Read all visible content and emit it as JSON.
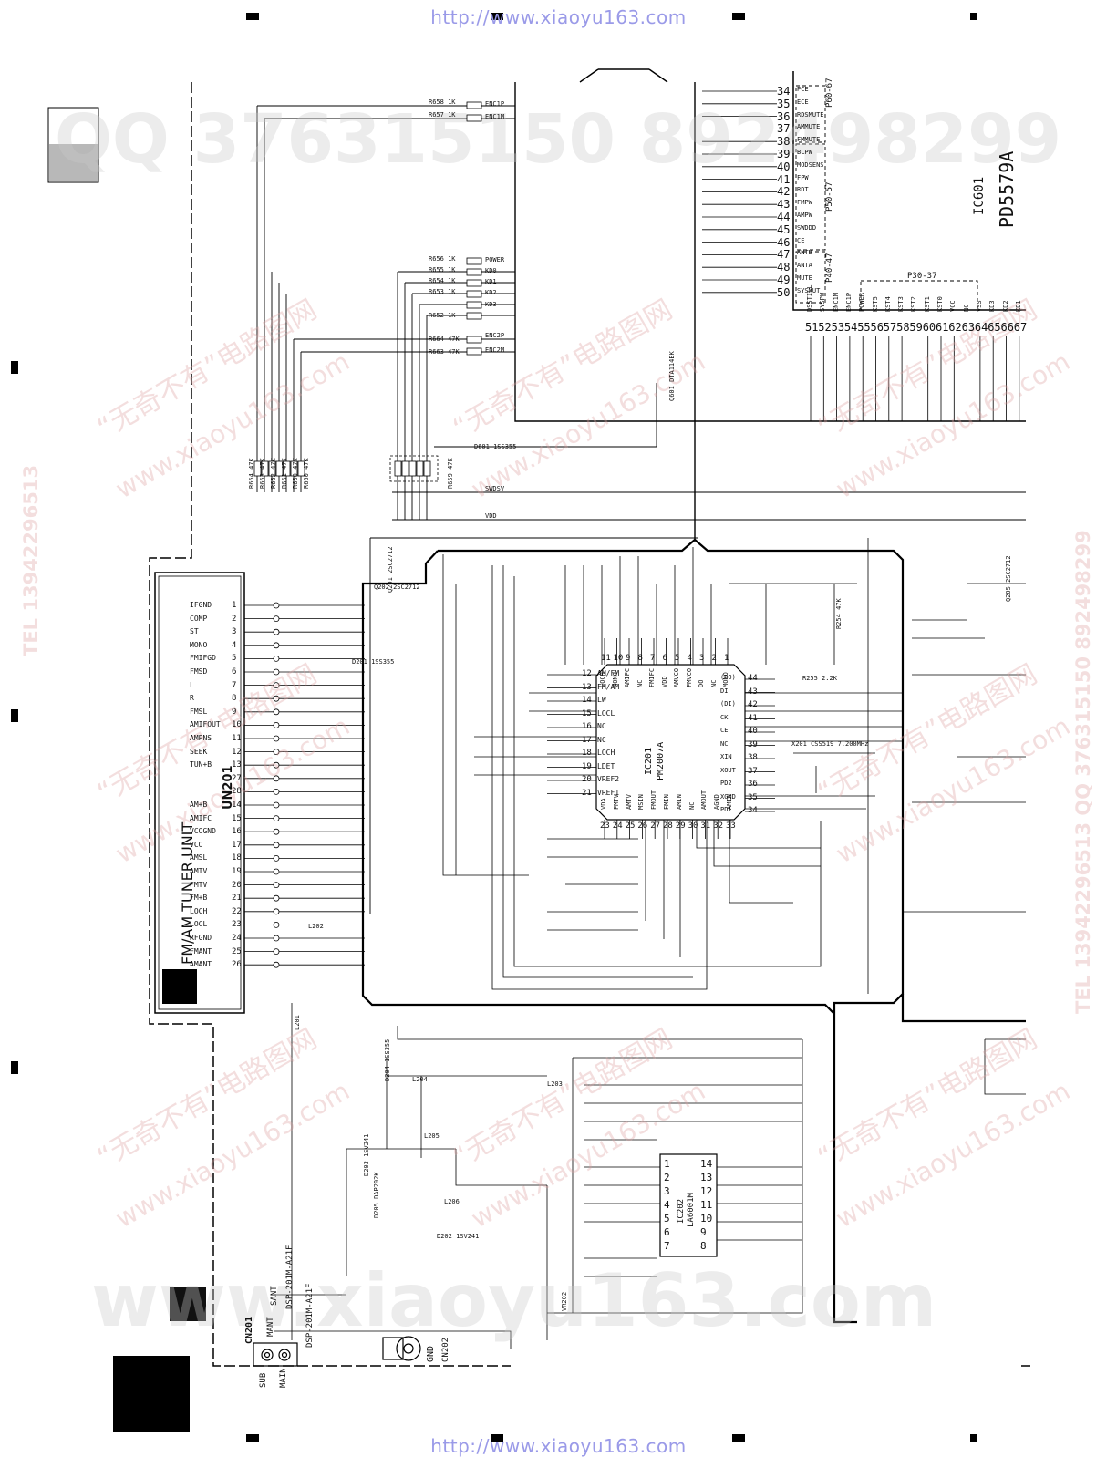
{
  "header": {
    "url_top": "http://www.xiaoyu163.com",
    "url_bottom": "http://www.xiaoyu163.com"
  },
  "watermarks": {
    "qq": "QQ 376315150  892498299",
    "tel_right": "TEL 13942296513  QQ 376315150  892498299",
    "tel_left": "TEL 13942296513",
    "site": "www.xiaoyu163.com",
    "cn": "“无奇不有”电路图网",
    "bottom_site": "www.xiaoyu163.com"
  },
  "tuner_unit": {
    "title": "FM/AM TUNER UNIT",
    "module": "UN201",
    "pins": [
      {
        "n": "1",
        "name": "IFGND"
      },
      {
        "n": "2",
        "name": "COMP"
      },
      {
        "n": "3",
        "name": "ST"
      },
      {
        "n": "4",
        "name": "MONO"
      },
      {
        "n": "5",
        "name": "FMIFGD"
      },
      {
        "n": "6",
        "name": "FMSD"
      },
      {
        "n": "7",
        "name": "L"
      },
      {
        "n": "8",
        "name": "R"
      },
      {
        "n": "9",
        "name": "FMSL"
      },
      {
        "n": "10",
        "name": "AMIFOUT"
      },
      {
        "n": "11",
        "name": "AMPNS"
      },
      {
        "n": "12",
        "name": "SEEK"
      },
      {
        "n": "13",
        "name": "TUN+B"
      },
      {
        "n": "27",
        "name": ""
      },
      {
        "n": "28",
        "name": ""
      },
      {
        "n": "14",
        "name": "AM+B"
      },
      {
        "n": "15",
        "name": "AMIFC"
      },
      {
        "n": "16",
        "name": "VCOGND"
      },
      {
        "n": "17",
        "name": "VCO"
      },
      {
        "n": "18",
        "name": "AMSL"
      },
      {
        "n": "19",
        "name": "AMTV"
      },
      {
        "n": "20",
        "name": "FMTV"
      },
      {
        "n": "21",
        "name": "FM+B"
      },
      {
        "n": "22",
        "name": "LOCH"
      },
      {
        "n": "23",
        "name": "LOCL"
      },
      {
        "n": "24",
        "name": "RFGND"
      },
      {
        "n": "25",
        "name": "FMANT"
      },
      {
        "n": "26",
        "name": "AMANT"
      }
    ]
  },
  "ic201": {
    "ref": "IC201",
    "part": "PM2007A",
    "left_pins": [
      {
        "n": "12",
        "name": "AM/FM"
      },
      {
        "n": "13",
        "name": "FM/AM"
      },
      {
        "n": "14",
        "name": "LW"
      },
      {
        "n": "15",
        "name": "LOCL"
      },
      {
        "n": "16",
        "name": "NC"
      },
      {
        "n": "17",
        "name": "NC"
      },
      {
        "n": "18",
        "name": "LOCH"
      },
      {
        "n": "19",
        "name": "LDET"
      },
      {
        "n": "20",
        "name": "VREF2"
      },
      {
        "n": "21",
        "name": "VREF1"
      }
    ],
    "top_pins": [
      {
        "n": "11",
        "name": "LOCH"
      },
      {
        "n": "10",
        "name": "MONO"
      },
      {
        "n": "9",
        "name": "AMIFC"
      },
      {
        "n": "8",
        "name": "NC"
      },
      {
        "n": "7",
        "name": "FMIFC"
      },
      {
        "n": "6",
        "name": "VDD"
      },
      {
        "n": "5",
        "name": "AMVCO"
      },
      {
        "n": "4",
        "name": "FMVCO"
      },
      {
        "n": "3",
        "name": "DO"
      },
      {
        "n": "2",
        "name": "NC"
      },
      {
        "n": "1",
        "name": "MONO"
      }
    ],
    "right_pins": [
      {
        "n": "44",
        "name": "(DO)"
      },
      {
        "n": "43",
        "name": "DI"
      },
      {
        "n": "42",
        "name": "(DI)"
      },
      {
        "n": "41",
        "name": "CK"
      },
      {
        "n": "40",
        "name": "CE"
      },
      {
        "n": "39",
        "name": "NC"
      },
      {
        "n": "38",
        "name": "XIN"
      },
      {
        "n": "37",
        "name": "XOUT"
      },
      {
        "n": "36",
        "name": "PD2"
      },
      {
        "n": "35",
        "name": "XGND"
      },
      {
        "n": "34",
        "name": "PD1"
      }
    ],
    "bottom_pins": [
      {
        "n": "23",
        "name": "VDA"
      },
      {
        "n": "24",
        "name": "FMTV"
      },
      {
        "n": "25",
        "name": "AMTV"
      },
      {
        "n": "26",
        "name": "MSIN"
      },
      {
        "n": "27",
        "name": "FMOUT"
      },
      {
        "n": "28",
        "name": "FMIN"
      },
      {
        "n": "29",
        "name": "AMIN"
      },
      {
        "n": "30",
        "name": "NC"
      },
      {
        "n": "31",
        "name": "AMOUT"
      },
      {
        "n": "32",
        "name": "AGND"
      },
      {
        "n": "33",
        "name": "AMIN"
      }
    ]
  },
  "ic601": {
    "ref": "IC601",
    "part": "PD5579A",
    "right_pins": [
      {
        "n": "34",
        "name": "PCE"
      },
      {
        "n": "35",
        "name": "ECE"
      },
      {
        "n": "36",
        "name": "RDSMUTE"
      },
      {
        "n": "37",
        "name": "AMMUTE"
      },
      {
        "n": "38",
        "name": "FMMUTE"
      },
      {
        "n": "39",
        "name": "BLPW"
      },
      {
        "n": "40",
        "name": "MODSENS"
      },
      {
        "n": "41",
        "name": "FPW"
      },
      {
        "n": "42",
        "name": "RDT"
      },
      {
        "n": "43",
        "name": "FMPW"
      },
      {
        "n": "44",
        "name": "AMPW"
      },
      {
        "n": "45",
        "name": "SWDDD"
      },
      {
        "n": "46",
        "name": "CE"
      },
      {
        "n": "47",
        "name": "ANTB"
      },
      {
        "n": "48",
        "name": "ANTA"
      },
      {
        "n": "49",
        "name": "MUTE"
      },
      {
        "n": "50",
        "name": "SYSMUT"
      }
    ],
    "bottom_pins": [
      {
        "n": "51",
        "name": "DSSTILL"
      },
      {
        "n": "52",
        "name": "SYSPW"
      },
      {
        "n": "53",
        "name": "ENC1M"
      },
      {
        "n": "54",
        "name": "ENC1P"
      },
      {
        "n": "55",
        "name": "POWER"
      },
      {
        "n": "56",
        "name": "KST5"
      },
      {
        "n": "57",
        "name": "KST4"
      },
      {
        "n": "58",
        "name": "KST3"
      },
      {
        "n": "59",
        "name": "KST2"
      },
      {
        "n": "60",
        "name": "KST1"
      },
      {
        "n": "61",
        "name": "KST0"
      },
      {
        "n": "62",
        "name": "VCC"
      },
      {
        "n": "63",
        "name": "NC"
      },
      {
        "n": "64",
        "name": "VSS"
      },
      {
        "n": "65",
        "name": "KD3"
      },
      {
        "n": "66",
        "name": "KD2"
      },
      {
        "n": "67",
        "name": "KD1"
      }
    ],
    "port_labels": [
      "P60-67",
      "P50-57",
      "P40-47",
      "P30-37"
    ]
  },
  "ic202": {
    "ref": "IC202",
    "part": "LA6001M",
    "left_pins": [
      "1",
      "2",
      "3",
      "4",
      "5",
      "6",
      "7"
    ],
    "right_pins": [
      "14",
      "13",
      "12",
      "11",
      "10",
      "9",
      "8"
    ]
  },
  "resistors_left": [
    "R658 1K",
    "R657 1K",
    "R656 1K",
    "R655 1K",
    "R654 1K",
    "R653 1K",
    "R652 1K",
    "R664 47K",
    "R663 47K",
    "R662 47K",
    "R661 47K",
    "R660 47K",
    "R659 47K"
  ],
  "signals_left": [
    "ENC1P",
    "ENC1M",
    "POWER",
    "KD0",
    "KD1",
    "KD2",
    "KD3",
    "ENC2P",
    "ENC2M",
    "SWDSV",
    "VDD"
  ],
  "connectors": {
    "cn201": {
      "ref": "CN201",
      "labels": [
        "SANT",
        "MANT",
        "SUB",
        "MAIN"
      ]
    },
    "cn202": {
      "ref": "CN202",
      "labels": [
        "GND"
      ]
    },
    "filters": [
      "DSP-201M-A21F",
      "DSP-201M-A21F"
    ]
  },
  "parts_misc": [
    "Q201 2SC2712",
    "Q202 2SC2712",
    "Q601 DTA114EK",
    "D601 1SS355",
    "D201 1SS355",
    "D204 1SS355",
    "X201 CSS519 7.200MHz",
    "R254 47K",
    "R255 2.2K",
    "L201",
    "L202",
    "L203",
    "L204",
    "L205",
    "L206",
    "D202 1SV241",
    "D203 1SV241",
    "D205 DAP202K",
    "VR202",
    "Q205 2SC2712"
  ]
}
